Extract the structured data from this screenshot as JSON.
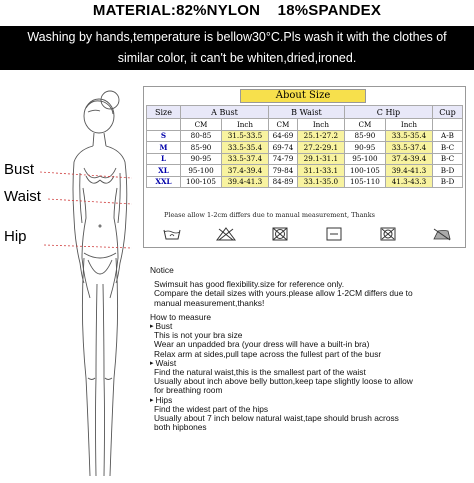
{
  "header": {
    "material_label": "MATERIAL:82%NYLON    18%SPANDEX"
  },
  "wash_note": {
    "line1": "Washing by hands,temperature is bellow30°C.Pls wash it with the clothes of",
    "line2": "similar color, it can't be whiten,dried,ironed."
  },
  "figure": {
    "bust_label": "Bust",
    "waist_label": "Waist",
    "hip_label": "Hip"
  },
  "size_table": {
    "title": "About Size",
    "headers": {
      "size": "Size",
      "bust": "A Bust",
      "waist": "B Waist",
      "hip": "C Hip",
      "cup": "Cup"
    },
    "units": [
      "CM",
      "Inch",
      "CM",
      "Inch",
      "CM",
      "Inch"
    ],
    "rows": [
      {
        "size": "S",
        "bust_cm": "80-85",
        "bust_in": "31.5-33.5",
        "waist_cm": "64-69",
        "waist_in": "25.1-27.2",
        "hip_cm": "85-90",
        "hip_in": "33.5-35.4",
        "cup": "A-B"
      },
      {
        "size": "M",
        "bust_cm": "85-90",
        "bust_in": "33.5-35.4",
        "waist_cm": "69-74",
        "waist_in": "27.2-29.1",
        "hip_cm": "90-95",
        "hip_in": "33.5-37.4",
        "cup": "B-C"
      },
      {
        "size": "L",
        "bust_cm": "90-95",
        "bust_in": "33.5-37.4",
        "waist_cm": "74-79",
        "waist_in": "29.1-31.1",
        "hip_cm": "95-100",
        "hip_in": "37.4-39.4",
        "cup": "B-C"
      },
      {
        "size": "XL",
        "bust_cm": "95-100",
        "bust_in": "37.4-39.4",
        "waist_cm": "79-84",
        "waist_in": "31.1-33.1",
        "hip_cm": "100-105",
        "hip_in": "39.4-41.3",
        "cup": "B-D"
      },
      {
        "size": "XXL",
        "bust_cm": "100-105",
        "bust_in": "39.4-41.3",
        "waist_cm": "84-89",
        "waist_in": "33.1-35.0",
        "hip_cm": "105-110",
        "hip_in": "41.3-43.3",
        "cup": "B-D"
      }
    ],
    "footnote": "Please allow 1-2cm differs due to manual measurement, Thanks",
    "care_icons": [
      "hand-wash-icon",
      "no-bleach-icon",
      "no-tumble-dry-icon",
      "dry-flat-icon",
      "no-dry-clean-icon",
      "no-iron-icon"
    ]
  },
  "notice": {
    "title": "Notice",
    "lines": [
      "Swimsuit has good flexibility.size for reference only.",
      "Compare the detail sizes with yours.please allow 1-2CM differs due to",
      "manual measurement,thanks!"
    ],
    "how_to": "How to measure",
    "bust": {
      "title": "Bust",
      "lines": [
        "This is not your bra size",
        "Wear an unpadded bra (your dress will have a built-in bra)",
        "Relax arm at sides,pull tape across the fullest part of the busr"
      ]
    },
    "waist": {
      "title": "Waist",
      "lines": [
        "Find the natural waist,this is the smallest part of the waist",
        "Usually about inch above belly button,keep tape slightly loose to allow",
        "for breathing room"
      ]
    },
    "hips": {
      "title": "Hips",
      "lines": [
        "Find the widest part of the hips",
        "Usually about 7 inch below natural waist,tape should brush across",
        "both hipbones"
      ]
    }
  }
}
